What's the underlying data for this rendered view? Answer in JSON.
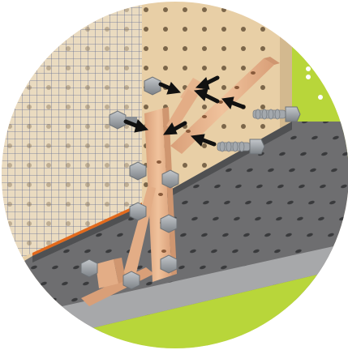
{
  "scene": {
    "subject": "workbench-assembly-instruction",
    "frame_shape": "circle",
    "colors": {
      "pegboard": "#e8cfa6",
      "pegboard_hole": "#6f5a40",
      "grid_line": "#4a5a8a",
      "bench_top": "#6e6e70",
      "bench_edge": "#4f5052",
      "bench_front": "#a7a8aa",
      "side_panel": "#b8d63a",
      "wood": "#e7b58e",
      "wood_dark": "#cf9670",
      "bolt": "#9ea3a8",
      "bolt_dark": "#6d7276",
      "arrow": "#111111",
      "accent_strip": "#e26a1d"
    },
    "arrow_count": 7,
    "loose_bolts": 2
  }
}
